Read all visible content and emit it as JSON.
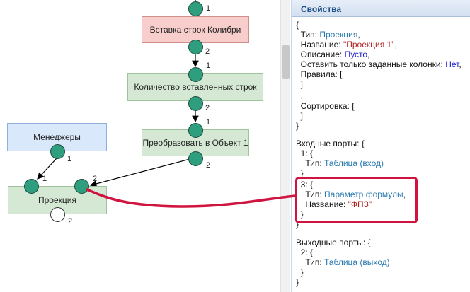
{
  "diagram": {
    "nodes": {
      "insert": "Вставка строк Колибри",
      "count": "Количество вставленных строк",
      "convert": "Преобразовать в Объект 1",
      "managers": "Менеджеры",
      "projection": "Проекция"
    },
    "port_labels": {
      "insert_in": "1",
      "insert_out": "2",
      "count_in": "1",
      "count_out": "2",
      "convert_in": "1",
      "convert_out": "2",
      "managers_out": "1",
      "projection_in1": "1",
      "projection_in2": "2",
      "projection_out": "2"
    }
  },
  "panel": {
    "title": "Свойства",
    "lines": {
      "l1": "{",
      "l2_key": "  Тип: ",
      "l2_val": "Проекция",
      "l2_end": ",",
      "l3_key": "  Название: ",
      "l3_val": "\"Проекция 1\"",
      "l3_end": ",",
      "l4_key": "  Описание: ",
      "l4_val": "Пусто",
      "l4_end": ",",
      "l5_key": "  Оставить только заданные колонки: ",
      "l5_val": "Нет",
      "l5_end": ",",
      "l6": "  Правила: [",
      "l7": "  ]",
      "l8": "  ,",
      "l9": "  Сортировка: [",
      "l10": "  ]",
      "l11": "}",
      "l12": "Входные порты: {",
      "l13": "  1: {",
      "l14_key": "    Тип: ",
      "l14_val": "Таблица (вход)",
      "l15": "  }",
      "l16": "  3: {",
      "l17_key": "    Тип: ",
      "l17_val": "Параметр формулы",
      "l17_end": ",",
      "l18_key": "    Название: ",
      "l18_val": "\"ФПЗ\"",
      "l19": "  }",
      "l20": "}",
      "l21": "Выходные порты: {",
      "l22": "  2: {",
      "l23_key": "    Тип: ",
      "l23_val": "Таблица (выход)",
      "l24": "  }",
      "l25": "}"
    }
  },
  "colors": {
    "highlight": "#d1143f",
    "port": "#2f9e7e",
    "value": "#2a7ab0",
    "string": "#b22222",
    "keyword": "#1e1ecc"
  }
}
